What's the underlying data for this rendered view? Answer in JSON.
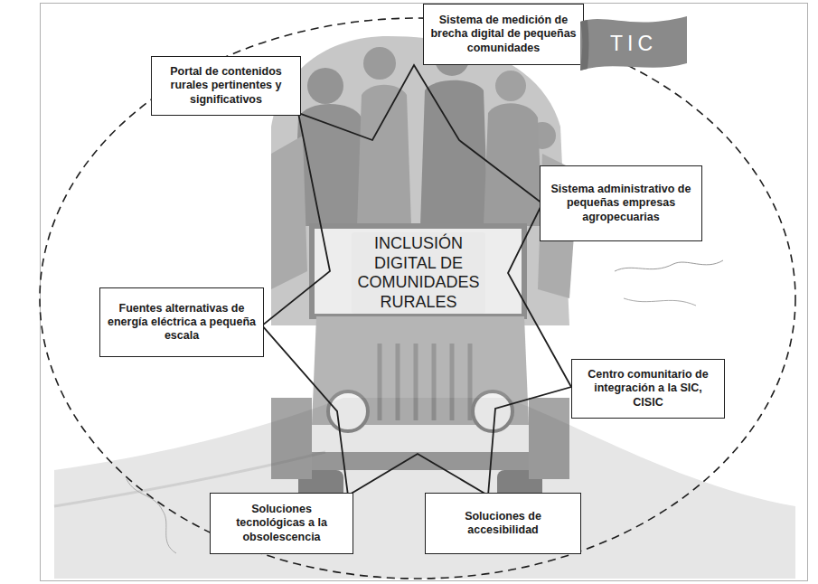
{
  "diagram": {
    "nodes": [
      {
        "text": [
          "Sistema de medición de brecha digital de pequeñas comunidades"
        ]
      },
      {
        "text": [
          "TIC"
        ]
      },
      {
        "text": [
          "Portal de contenidos rurales pertinentes y significativos"
        ]
      },
      {
        "text": [
          "Sistema administrativo de pequeñas empresas agropecuarias"
        ]
      },
      {
        "text": [
          "INCLUSIÓN DIGITAL DE COMUNIDADES RURALES"
        ]
      },
      {
        "text": [
          "Fuentes alternativas de energía eléctrica a pequeña escala"
        ]
      },
      {
        "text": [
          "Centro comunitario de integración a la SIC, CISIC"
        ]
      },
      {
        "text": [
          "Soluciones tecnológicas a la obsolescencia"
        ]
      },
      {
        "text": [
          "Soluciones de accesibilidad"
        ]
      }
    ]
  }
}
